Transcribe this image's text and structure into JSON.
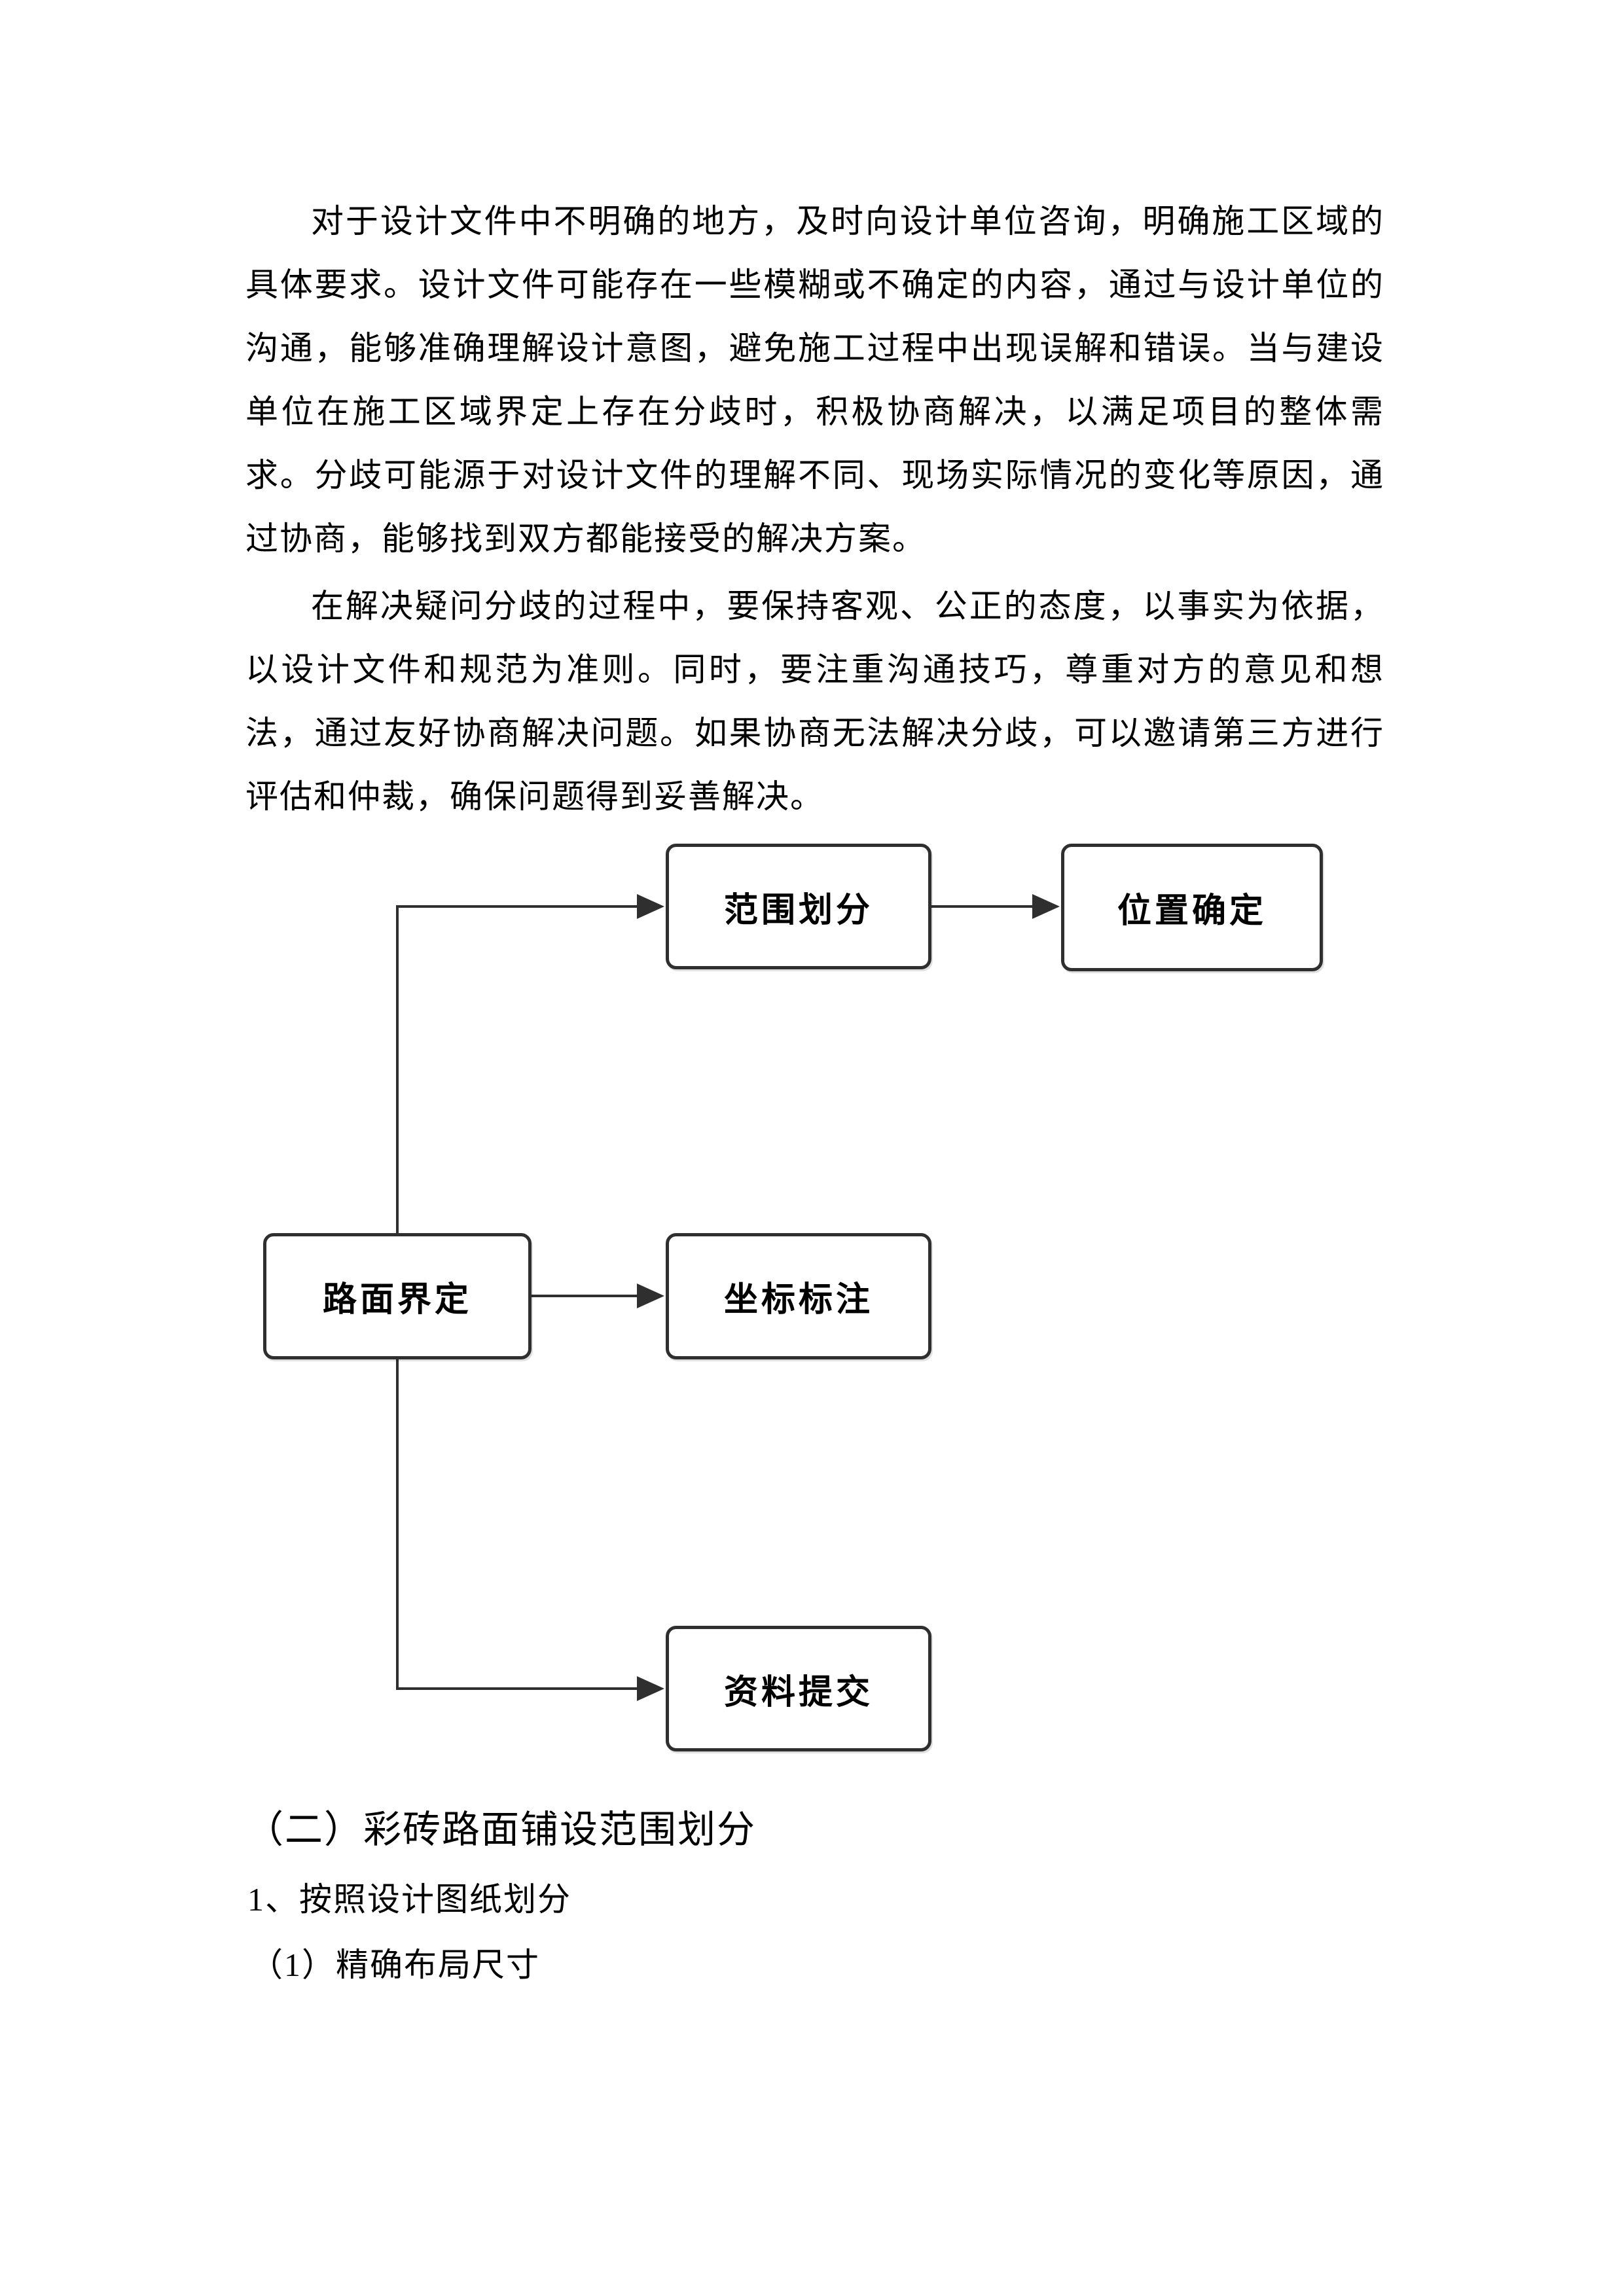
{
  "document": {
    "paragraphs": [
      "对于设计文件中不明确的地方，及时向设计单位咨询，明确施工区域的具体要求。设计文件可能存在一些模糊或不确定的内容，通过与设计单位的沟通，能够准确理解设计意图，避免施工过程中出现误解和错误。当与建设单位在施工区域界定上存在分歧时，积极协商解决，以满足项目的整体需求。分歧可能源于对设计文件的理解不同、现场实际情况的变化等原因，通过协商，能够找到双方都能接受的解决方案。",
      "在解决疑问分歧的过程中，要保持客观、公正的态度，以事实为依据，以设计文件和规范为准则。同时，要注重沟通技巧，尊重对方的意见和想法，通过友好协商解决问题。如果协商无法解决分歧，可以邀请第三方进行评估和仲裁，确保问题得到妥善解决。"
    ],
    "diagram": {
      "nodes": {
        "range_division": "范围划分",
        "position_determination": "位置确定",
        "road_definition": "路面界定",
        "coordinate_marking": "坐标标注",
        "data_submission": "资料提交"
      },
      "line_color": "#2f2f2f"
    },
    "headings": {
      "section": "（二）彩砖路面铺设范围划分",
      "sub1": "1、按照设计图纸划分",
      "sub2": "（1）精确布局尺寸"
    }
  }
}
